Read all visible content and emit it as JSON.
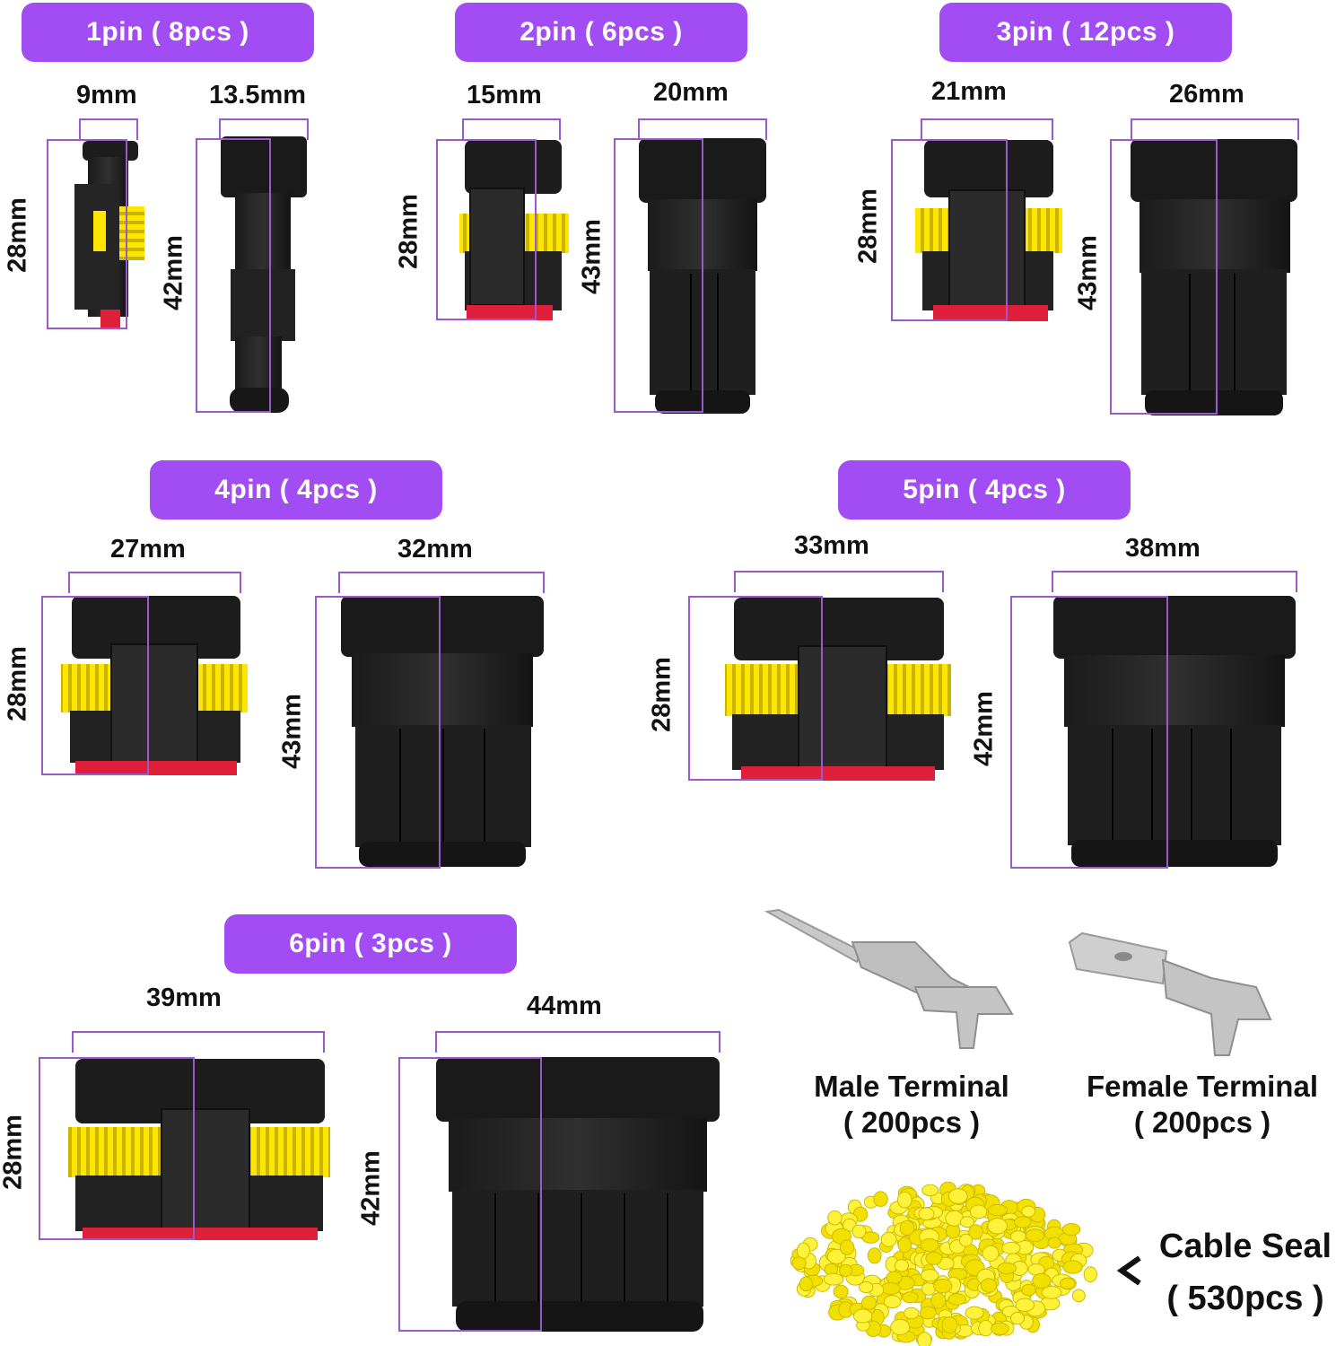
{
  "accent": "#a24cf4",
  "line_color": "#9b59d0",
  "groups": {
    "pin1": {
      "title": "1pin ( 8pcs )",
      "female_w": "9mm",
      "female_h": "28mm",
      "male_w": "13.5mm",
      "male_h": "42mm"
    },
    "pin2": {
      "title": "2pin ( 6pcs )",
      "female_w": "15mm",
      "female_h": "28mm",
      "male_w": "20mm",
      "male_h": "43mm"
    },
    "pin3": {
      "title": "3pin ( 12pcs )",
      "female_w": "21mm",
      "female_h": "28mm",
      "male_w": "26mm",
      "male_h": "43mm"
    },
    "pin4": {
      "title": "4pin ( 4pcs )",
      "female_w": "27mm",
      "female_h": "28mm",
      "male_w": "32mm",
      "male_h": "43mm"
    },
    "pin5": {
      "title": "5pin ( 4pcs )",
      "female_w": "33mm",
      "female_h": "28mm",
      "male_w": "38mm",
      "male_h": "42mm"
    },
    "pin6": {
      "title": "6pin ( 3pcs )",
      "female_w": "39mm",
      "female_h": "28mm",
      "male_w": "44mm",
      "male_h": "42mm"
    }
  },
  "accessories": {
    "male_terminal": {
      "name": "Male Terminal",
      "qty": "( 200pcs )"
    },
    "female_terminal": {
      "name": "Female Terminal",
      "qty": "( 200pcs )"
    },
    "cable_seal": {
      "name": "Cable Seal",
      "qty": "( 530pcs )"
    }
  }
}
